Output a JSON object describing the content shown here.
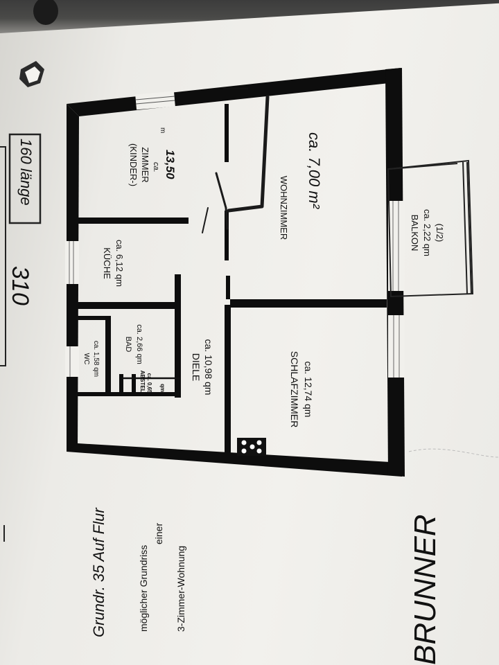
{
  "rooms": {
    "kinder": {
      "line1": "(KINDER-)",
      "line2": "ZIMMER"
    },
    "kinder_handwritten": {
      "unit_a": "ca.",
      "unit_b": "m",
      "area": "13,50"
    },
    "wohn": {
      "name": "WOHNZIMMER",
      "handwritten": "ca. 7,00 m²"
    },
    "kueche": {
      "name": "KÜCHE",
      "area": "ca. 6,12 qm"
    },
    "wc": {
      "name": "WC",
      "area": "ca. 1,58 qm"
    },
    "bad": {
      "name": "BAD",
      "area": "ca. 2,66 qm"
    },
    "abstell": {
      "name": "ABSTELL",
      "area_a": "ca. 0,65",
      "area_b": "qm"
    },
    "diele": {
      "name": "DIELE",
      "area": "ca. 10,98 qm"
    },
    "schlaf": {
      "name": "SCHLAFZIMMER",
      "area": "ca. 12,74 qm"
    },
    "balkon": {
      "name": "BALKON",
      "area": "ca. 2,22 qm",
      "note": "(1/2)"
    }
  },
  "caption": {
    "handwritten": "Grundr. 35 Auf Flur",
    "line1": "möglicher Grundriss",
    "line2": "einer",
    "line3": "3-Zimmer-Wohnung"
  },
  "margin_notes": {
    "number": "310",
    "length": "160 länge",
    "bottom": "BRUNNER"
  }
}
